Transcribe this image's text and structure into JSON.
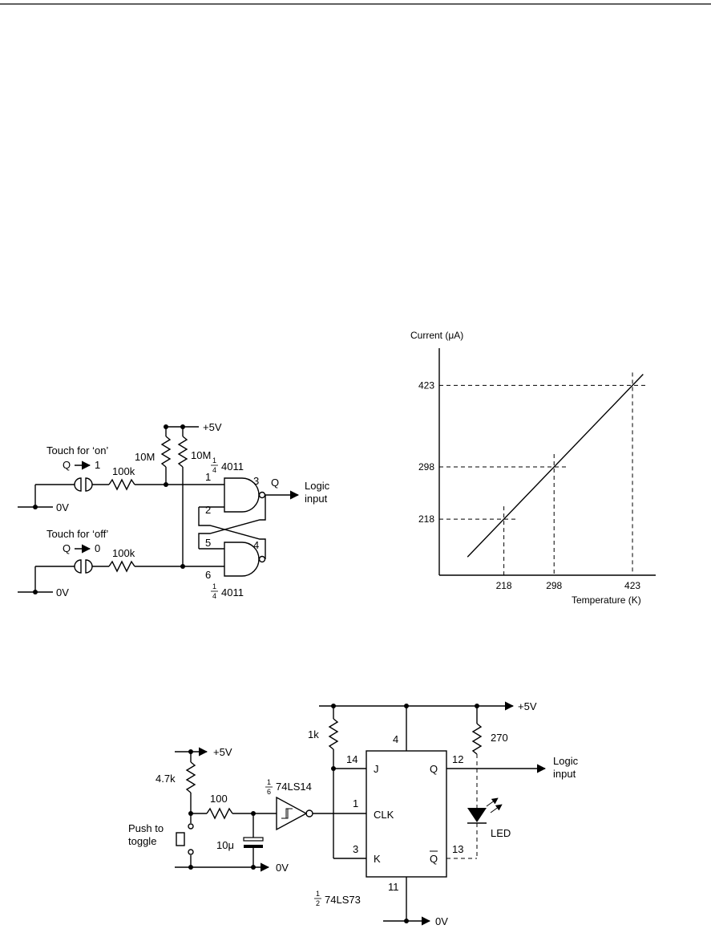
{
  "header": {
    "rule_visible": true
  },
  "touch_circuit": {
    "supply": "+5V",
    "ground_top": "0V",
    "ground_bottom": "0V",
    "touch_on_label": "Touch for ‘on’",
    "touch_on_state_q": "Q",
    "touch_on_state_val": "1",
    "touch_off_label": "Touch for ‘off’",
    "touch_off_state_q": "Q",
    "touch_off_state_val": "0",
    "r_series_top": "100k",
    "r_series_bottom": "100k",
    "r_pullup_left": "10M",
    "r_pullup_right": "10M",
    "gate_top_frac_num": "1",
    "gate_top_frac_den": "4",
    "gate_top_part": "4011",
    "gate_bottom_frac_num": "1",
    "gate_bottom_frac_den": "4",
    "gate_bottom_part": "4011",
    "pin1": "1",
    "pin2": "2",
    "pin3": "3",
    "pin4": "4",
    "pin5": "5",
    "pin6": "6",
    "output_q": "Q",
    "output_line1": "Logic",
    "output_line2": "input"
  },
  "chart_data": {
    "type": "line",
    "ylabel": "Current (μA)",
    "xlabel": "Temperature (K)",
    "x_ticks": [
      "218",
      "298",
      "423"
    ],
    "y_ticks": [
      "423",
      "298",
      "218"
    ],
    "series": [
      {
        "x": [
          160,
          440
        ],
        "y": [
          160,
          440
        ]
      }
    ],
    "reference_points": [
      {
        "x": 218,
        "y": 218
      },
      {
        "x": 298,
        "y": 298
      },
      {
        "x": 423,
        "y": 423
      }
    ],
    "xlim": [
      115,
      460
    ],
    "ylim": [
      132,
      480
    ],
    "grid": false
  },
  "jk_circuit": {
    "supply_top": "+5V",
    "supply_left": "+5V",
    "ground_left": "0V",
    "ground_bottom": "0V",
    "r_pullup_jk": "1k",
    "r_led": "270",
    "r_pullup_switch": "4.7k",
    "r_filter": "100",
    "c_filter": "10μ",
    "switch_line1": "Push to",
    "switch_line2": "toggle",
    "inv_frac_num": "1",
    "inv_frac_den": "6",
    "inv_part": "74LS14",
    "ff_frac_num": "1",
    "ff_frac_den": "2",
    "ff_part": "74LS73",
    "pin_j_num": "14",
    "pin_j": "J",
    "pin_clk_num": "1",
    "pin_clk": "CLK",
    "pin_k_num": "3",
    "pin_k": "K",
    "pin_vcc_num": "4",
    "pin_gnd_num": "11",
    "pin_q_num": "12",
    "pin_q": "Q",
    "pin_qbar_num": "13",
    "pin_qbar": "Q",
    "led": "LED",
    "output_line1": "Logic",
    "output_line2": "input"
  }
}
